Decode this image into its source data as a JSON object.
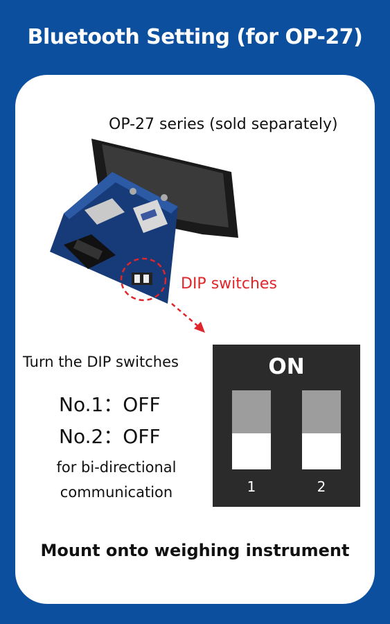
{
  "header": {
    "title": "Bluetooth Setting (for OP-27)"
  },
  "product": {
    "caption": "OP-27 series (sold separately)"
  },
  "callout": {
    "label": "DIP switches",
    "color": "#e0262b"
  },
  "instructions": {
    "line1": "Turn the DIP switches",
    "line2": "No.1：OFF",
    "line3": "No.2：OFF",
    "line4": "for bi-directional",
    "line5": "communication"
  },
  "dip_panel": {
    "label": "ON",
    "switches": [
      {
        "number": "1",
        "state": "OFF"
      },
      {
        "number": "2",
        "state": "OFF"
      }
    ]
  },
  "footer": {
    "text": "Mount onto weighing instrument"
  },
  "colors": {
    "background": "#0b4f9e",
    "card": "#ffffff",
    "panel": "#2b2b2b"
  }
}
